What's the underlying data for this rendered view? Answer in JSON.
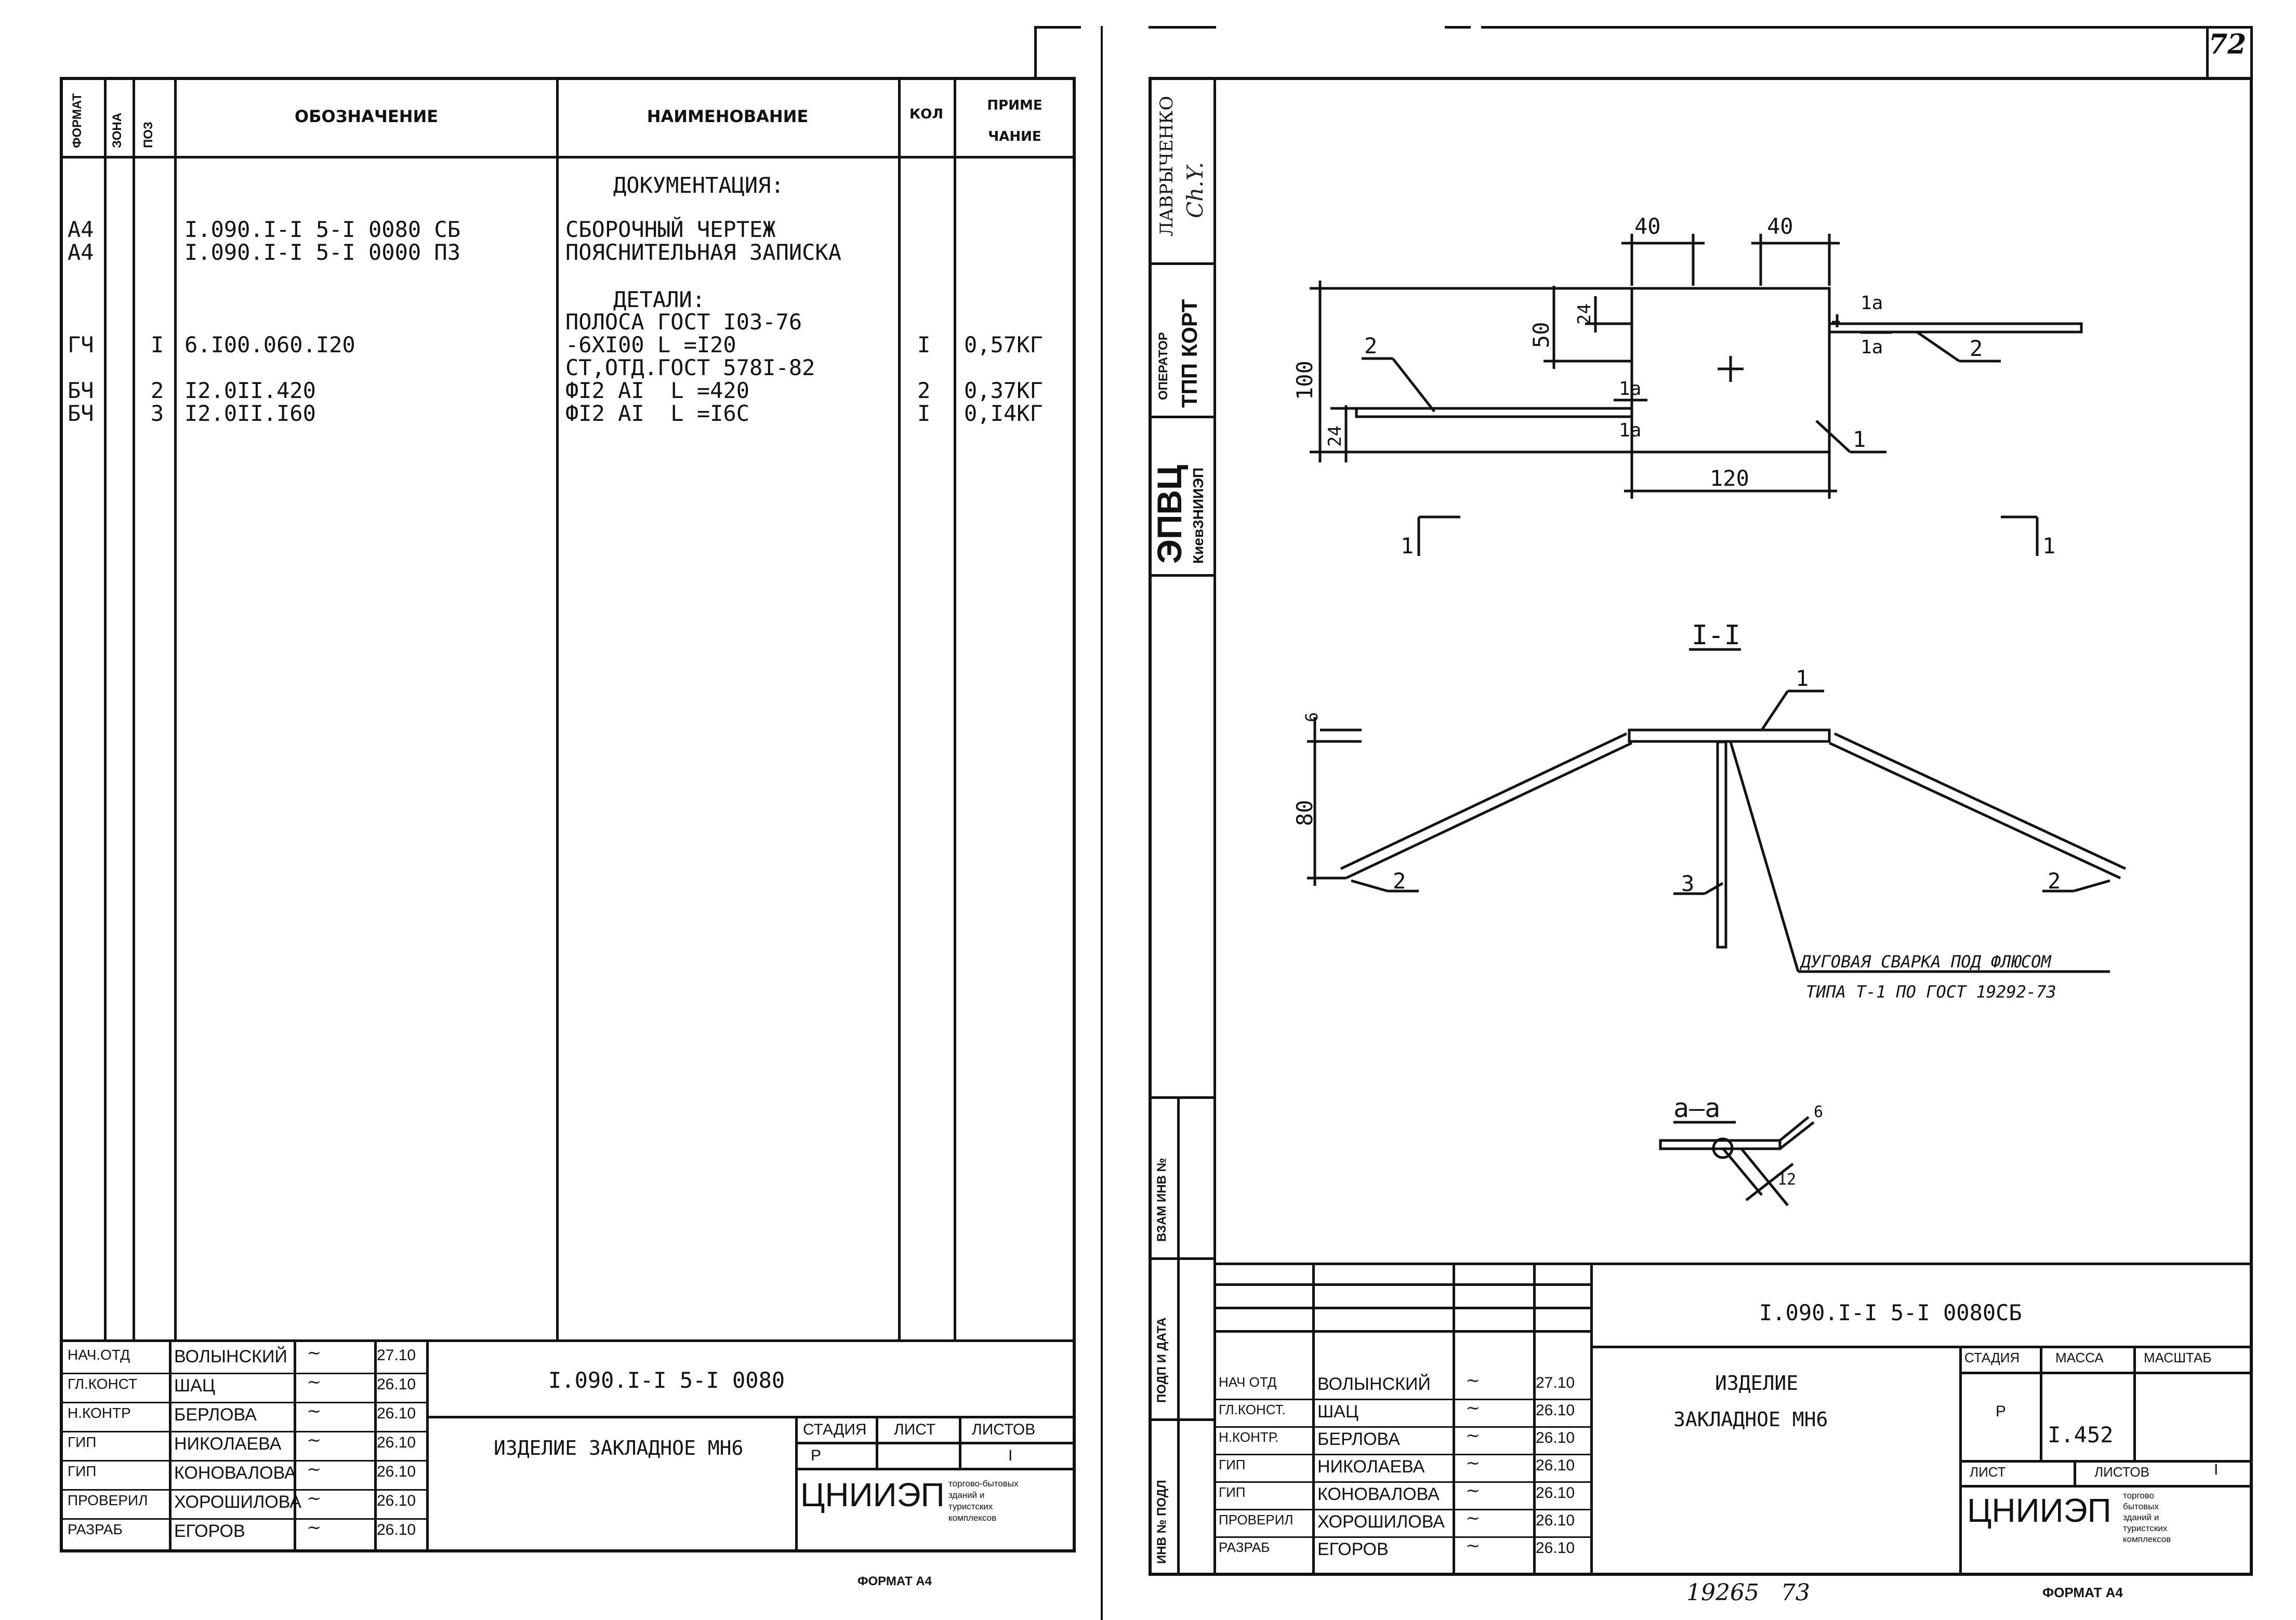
{
  "sheet_number": "72",
  "left_spec": {
    "headers": {
      "format": "ФОРМАТ",
      "zone": "ЗОНА",
      "pos": "ПОЗ",
      "designation": "ОБОЗНАЧЕНИЕ",
      "name": "НАИМЕНОВАНИЕ",
      "qty": "КОЛ",
      "note1": "ПРИМЕ",
      "note2": "ЧАНИЕ"
    },
    "section_documentation": "ДОКУМЕНТАЦИЯ:",
    "section_details": "ДЕТАЛИ:",
    "rows": [
      {
        "format": "А4",
        "pos": "",
        "designation": "I.090.I-I 5-I 0080 СБ",
        "name": "СБОРОЧНЫЙ ЧЕРТЕЖ",
        "qty": "",
        "note": ""
      },
      {
        "format": "А4",
        "pos": "",
        "designation": "I.090.I-I 5-I 0000 ПЗ",
        "name": "ПОЯСНИТЕЛЬНАЯ ЗАПИСКА",
        "qty": "",
        "note": ""
      },
      {
        "format": "",
        "pos": "",
        "designation": "",
        "name": "ПОЛОСА ГОСТ I03-76",
        "qty": "",
        "note": ""
      },
      {
        "format": "ГЧ",
        "pos": "I",
        "designation": "6.I00.060.I20",
        "name": "-6XI00 L =I20",
        "qty": "I",
        "note": "0,57КГ"
      },
      {
        "format": "",
        "pos": "",
        "designation": "",
        "name": "СТ,ОТД.ГОСТ 578I-82",
        "qty": "",
        "note": ""
      },
      {
        "format": "БЧ",
        "pos": "2",
        "designation": "I2.0II.420",
        "name": "ФI2 АI  L =420",
        "qty": "2",
        "note": "0,37КГ"
      },
      {
        "format": "БЧ",
        "pos": "3",
        "designation": "I2.0II.I60",
        "name": "ФI2 АI  L =I6С",
        "qty": "I",
        "note": "0,I4КГ"
      }
    ],
    "stamp": {
      "code": "I.090.I-I 5-I 0080",
      "title": "ИЗДЕЛИЕ ЗАКЛАДНОЕ МН6",
      "stage_label": "СТАДИЯ",
      "sheet_label": "ЛИСТ",
      "sheets_label": "ЛИСТОВ",
      "stage": "Р",
      "sheets": "I",
      "org": "ЦНИИЭП",
      "org_sub": [
        "торгово-бытовых",
        "зданий и",
        "туристских",
        "комплексов"
      ],
      "people": [
        {
          "role": "НАЧ.ОТД",
          "name": "ВОЛЫНСКИЙ",
          "date": "27.10"
        },
        {
          "role": "ГЛ.КОНСТ",
          "name": "ШАЦ",
          "date": "26.10"
        },
        {
          "role": "Н.КОНТР",
          "name": "БЕРЛОВА",
          "date": "26.10"
        },
        {
          "role": "ГИП",
          "name": "НИКОЛАЕВА",
          "date": "26.10"
        },
        {
          "role": "ГИП",
          "name": "КОНОВАЛОВА",
          "date": "26.10"
        },
        {
          "role": "ПРОВЕРИЛ",
          "name": "ХОРОШИЛОВА",
          "date": "26.10"
        },
        {
          "role": "РАЗРАБ",
          "name": "ЕГОРОВ",
          "date": "26.10"
        }
      ]
    },
    "format_label": "ФОРМАТ А4"
  },
  "right_sheet": {
    "side_labels": {
      "author": "ЛАВРЫЧЕНКО",
      "operator": "ОПЕРАТОР",
      "tpp": "ТПП КОРТ",
      "epvc": "ЭПВЦ",
      "kiev": "КиевЗНИИЭП",
      "vzam": "ВЗАМ ИНВ №",
      "podp_data": "ПОДП И ДАТА",
      "inv_podl": "ИНВ № ПОДЛ"
    },
    "drawing": {
      "dims": {
        "w40a": "40",
        "w40b": "40",
        "d50": "50",
        "d24a": "24",
        "d100": "100",
        "d24b": "24",
        "w120": "120",
        "d6": "6",
        "d80": "80",
        "d6b": "6",
        "d12": "12"
      },
      "section_mark": "1",
      "section_title": "I-I",
      "detail_title": "а—а",
      "cut_1a": "1а",
      "pos1": "1",
      "pos2": "2",
      "pos3": "3",
      "weld_note_1": "ДУГОВАЯ СВАРКА ПОД ФЛЮСОМ",
      "weld_note_2": "ТИПА Т-1 ПО ГОСТ 19292-73"
    },
    "stamp": {
      "code": "I.090.I-I 5-I 0080СБ",
      "title_1": "ИЗДЕЛИЕ",
      "title_2": "ЗАКЛАДНОЕ МН6",
      "stage_label": "СТАДИЯ",
      "mass_label": "МАССА",
      "scale_label": "МАСШТАБ",
      "stage": "Р",
      "mass": "I.452",
      "sheet_label": "ЛИСТ",
      "sheets_label": "ЛИСТОВ",
      "sheets": "I",
      "org": "ЦНИИЭП",
      "org_sub": [
        "торгово",
        "бытовых",
        "зданий и",
        "туристских",
        "комплексов"
      ],
      "people": [
        {
          "role": "НАЧ ОТД",
          "name": "ВОЛЫНСКИЙ",
          "date": "27.10"
        },
        {
          "role": "ГЛ.КОНСТ.",
          "name": "ШАЦ",
          "date": "26.10"
        },
        {
          "role": "Н.КОНТР.",
          "name": "БЕРЛОВА",
          "date": "26.10"
        },
        {
          "role": "ГИП",
          "name": "НИКОЛАЕВА",
          "date": "26.10"
        },
        {
          "role": "ГИП",
          "name": "КОНОВАЛОВА",
          "date": "26.10"
        },
        {
          "role": "ПРОВЕРИЛ",
          "name": "ХОРОШИЛОВА",
          "date": "26.10"
        },
        {
          "role": "РАЗРАБ",
          "name": "ЕГОРОВ",
          "date": "26.10"
        }
      ]
    },
    "bottom_numbers": "19265   73",
    "format_label": "ФОРМАТ А4"
  }
}
